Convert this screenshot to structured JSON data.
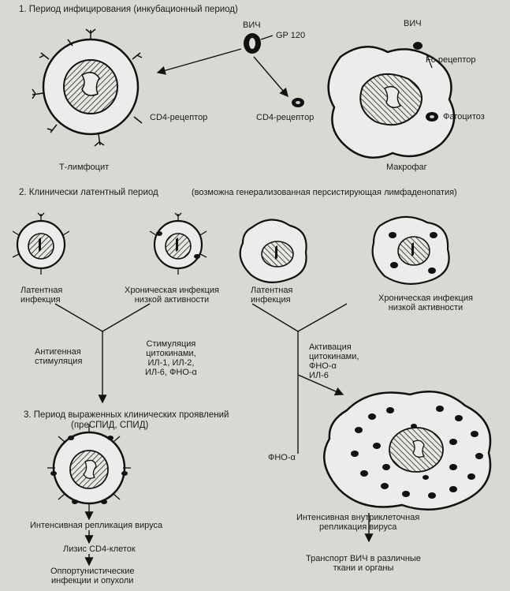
{
  "headers": {
    "period1": "1. Период инфицирования (инкубационный период)",
    "period2": "2. Клинически латентный период",
    "period2_note": "(возможна генерализованная персистирующая лимфаденопатия)",
    "period3_line1": "3. Период выраженных клинических проявлений",
    "period3_line2": "(преСПИД, СПИД)"
  },
  "period1_labels": {
    "hiv_top": "ВИЧ",
    "gp120": "GP 120",
    "hiv_right": "ВИЧ",
    "fc_receptor": "Fc-рецептор",
    "cd4_receptor_left": "CD4-рецептор",
    "cd4_receptor_mid": "CD4-рецептор",
    "phagocytosis": "Фагоцитоз",
    "t_lymphocyte": "Т-лимфоцит",
    "macrophage": "Макрофаг"
  },
  "period2_labels": {
    "latent_left": [
      "Латентная",
      "инфекция"
    ],
    "chronic_left": [
      "Хроническая инфекция",
      "низкой активности"
    ],
    "latent_right": [
      "Латентная",
      "инфекция"
    ],
    "chronic_right": [
      "Хроническая инфекция",
      "низкой активности"
    ],
    "antigen_stim": [
      "Антигенная",
      "стимуляция"
    ],
    "cytokine_stim": [
      "Стимуляция",
      "цитокинами,",
      "ИЛ-1, ИЛ-2,",
      "ИЛ-6, ФНО-α"
    ],
    "activation": [
      "Активация",
      "цитокинами,",
      "ФНО-α",
      "ИЛ-6"
    ]
  },
  "period3_labels": {
    "fno": "ФНО-α",
    "replication_left": "Интенсивная репликация вируса",
    "lysis": "Лизис CD4-клеток",
    "opportunistic": [
      "Оппортунистические",
      "инфекции и опухоли"
    ],
    "replication_right": [
      "Интенсивная внутриклеточная",
      "репликация вируса"
    ],
    "transport": [
      "Транспорт ВИЧ в различные",
      "ткани и органы"
    ]
  }
}
